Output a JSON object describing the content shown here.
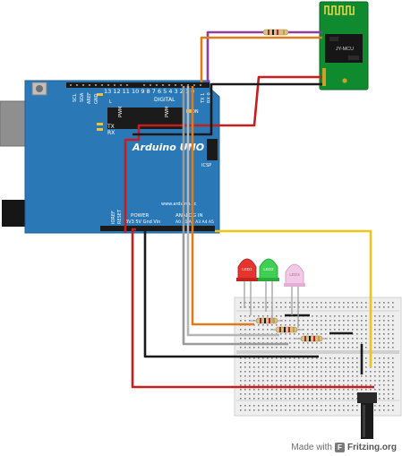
{
  "arduino": {
    "board_name": "Arduino UNO",
    "url": "www.arduino.cc",
    "label_icsp": "ICSP",
    "label_digital": "DIGITAL",
    "label_power": "POWER",
    "label_analog": "ANALOG IN",
    "label_tx": "TX",
    "label_rx": "RX",
    "label_l": "L",
    "label_on": "ON",
    "label_aref": "AREF",
    "label_gnd": "GND",
    "label_scl": "SCL",
    "label_sda": "SDA",
    "label_ioref": "IOREF",
    "label_reset": "RESET",
    "power_pins": "3V3  5V  Gnd  Vin",
    "digital_numbers": "13 12 11 10 9 8  7 6 5 4 3 2 1 0",
    "pwm_label": "PWM",
    "analog_numbers": "A0 A1 A2 A3 A4 A5",
    "tx_pin": "TX 1",
    "rx_pin": "RX 0"
  },
  "bluetooth": {
    "chip_label": "JY-MCU"
  },
  "leds": [
    {
      "label": "LED1",
      "color": "#e8342e"
    },
    {
      "label": "LED2",
      "color": "#3fcf52"
    },
    {
      "label": "LED3",
      "color": "#f2c9e6"
    }
  ],
  "wire_colors": {
    "purple": "#8e3f9a",
    "red": "#c81d1d",
    "black": "#1a1a1a",
    "orange": "#e07b1c",
    "yellow": "#f0c419",
    "gray": "#9a9a9a",
    "white": "#e8e8e8"
  },
  "credit": {
    "prefix": "Made with",
    "brand": "Fritzing.org"
  }
}
